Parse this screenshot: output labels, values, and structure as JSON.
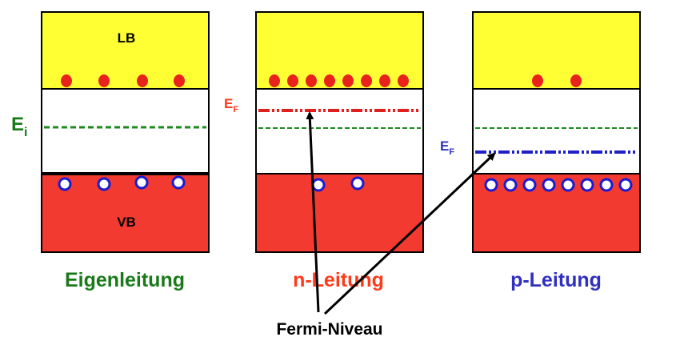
{
  "labels": {
    "lb": "LB",
    "vb": "VB",
    "ei_main": "E",
    "ei_sub": "i",
    "ef_main": "E",
    "ef_sub": "F",
    "fermi": "Fermi-Niveau"
  },
  "panels": [
    {
      "id": "eigen",
      "caption": "Eigenleitung",
      "caption_color": "#1a7a1a",
      "electrons": 4,
      "holes": 4
    },
    {
      "id": "n",
      "caption": "n-Leitung",
      "caption_color": "#ff3a1a",
      "electrons": 8,
      "holes": 2
    },
    {
      "id": "p",
      "caption": "p-Leitung",
      "caption_color": "#3030c0",
      "electrons": 2,
      "holes": 8
    }
  ],
  "colors": {
    "conduction_band": "#ffff33",
    "valence_band": "#f23a30",
    "gap": "#ffffff",
    "electron": "#e8231c",
    "hole_fill": "#ffffff",
    "hole_stroke": "#1b1bcf",
    "intrinsic_level": "#1e8a1e",
    "fermi_n": "#e02020",
    "fermi_p": "#2020c8",
    "label_ei": "#1a7a1a",
    "label_ef_n": "#ff3a1a",
    "label_ef_p": "#3030c0",
    "arrow": "#000000"
  }
}
